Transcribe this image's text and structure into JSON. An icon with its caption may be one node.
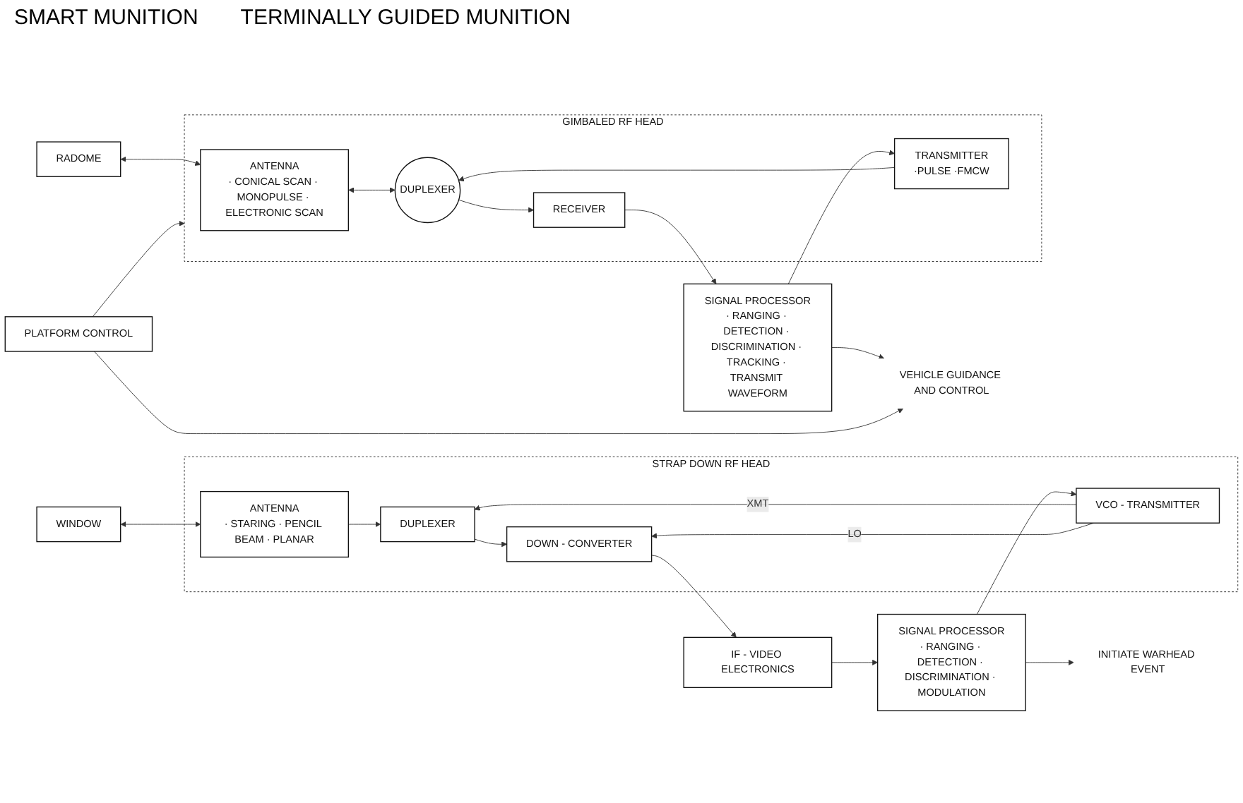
{
  "diagram": {
    "nodes": [
      {
        "text": [
          "STRAP DOWN RF HEAD"
        ]
      },
      {
        "text": [
          "WINDOW"
        ]
      },
      {
        "text": [
          "ANTENNA",
          "· STARING · PENCIL BEAM · PLANAR"
        ],
        "in": 0
      },
      {
        "text": [
          "DUPLEXER"
        ],
        "in": 0
      },
      {
        "text": [
          "DOWN - CONVERTER"
        ],
        "in": 0
      },
      {
        "text": [
          "VCO - TRANSMITTER"
        ],
        "in": 0
      },
      {
        "text": [
          "IF - VIDEO ELECTRONICS"
        ]
      },
      {
        "text": [
          "SIGNAL PROCESSOR",
          "· RANGING · DETECTION · DISCRIMINATION · MODULATION"
        ]
      },
      {
        "text": [
          "INITIATE WARHEAD EVENT"
        ]
      },
      {
        "text": [
          "GIMBALED RF HEAD"
        ]
      },
      {
        "text": [
          "RADOME"
        ]
      },
      {
        "text": [
          "ANTENNA",
          "· CONICAL SCAN · MONOPULSE · ELECTRONIC SCAN"
        ],
        "in": 9
      },
      {
        "text": [
          "DUPLEXER"
        ],
        "in": 9
      },
      {
        "text": [
          "RECEIVER"
        ],
        "in": 9
      },
      {
        "text": [
          "TRANSMITTER",
          "·PULSE ·FMCW"
        ],
        "in": 9
      },
      {
        "text": [
          "SIGNAL PROCESSOR",
          "· RANGING · DETECTION · DISCRIMINATION · TRACKING · TRANSMIT WAVEFORM"
        ]
      },
      {
        "text": [
          "PLATFORM CONTROL"
        ]
      },
      {
        "text": [
          "VEHICLE GUIDANCE AND CONTROL"
        ]
      }
    ],
    "edges": [
      {
        "from": 1,
        "to": 2,
        "arrow": "both"
      },
      {
        "from": 2,
        "to": 3,
        "arrow": "to"
      },
      {
        "from": 3,
        "to": 4,
        "arrow": "to"
      },
      {
        "from": 4,
        "to": 6,
        "arrow": "to"
      },
      {
        "from": 6,
        "to": 7,
        "arrow": "to"
      },
      {
        "from": 7,
        "to": 5,
        "arrow": "to"
      },
      {
        "from": 5,
        "to": 3,
        "arrow": "to",
        "label": "XMT"
      },
      {
        "from": 5,
        "to": 4,
        "arrow": "to",
        "label": "LO"
      },
      {
        "from": 7,
        "to": 8,
        "arrow": "to"
      },
      {
        "from": 10,
        "to": 11,
        "arrow": "both"
      },
      {
        "from": 11,
        "to": 12,
        "arrow": "both"
      },
      {
        "from": 12,
        "to": 13,
        "arrow": "to"
      },
      {
        "from": 13,
        "to": 15,
        "arrow": "to"
      },
      {
        "from": 15,
        "to": 14,
        "arrow": "to"
      },
      {
        "from": 14,
        "to": 12,
        "arrow": "to"
      },
      {
        "from": 15,
        "to": 17,
        "arrow": "to"
      },
      {
        "from": 16,
        "to": 17,
        "arrow": "to"
      },
      {
        "from": 16,
        "to": 9,
        "arrow": "to"
      }
    ],
    "labels": [
      "SMART MUNITION",
      "TERMINALLY GUIDED MUNITION"
    ]
  }
}
